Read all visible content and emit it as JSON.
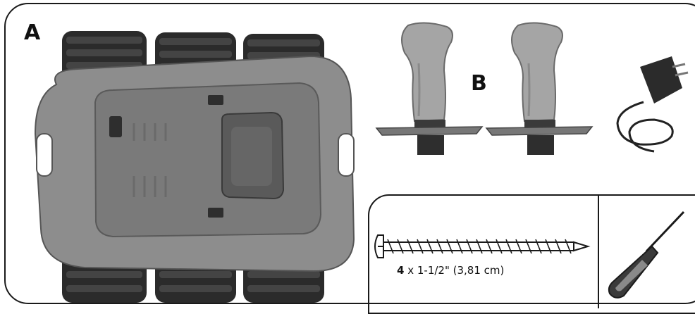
{
  "labels": {
    "part_a": "A",
    "part_b": "B"
  },
  "screw": {
    "quantity": "4",
    "size_text": "x 1-1/2\" (3,81 cm)"
  },
  "colors": {
    "outline": "#1a1a1a",
    "body": "#8d8d8d",
    "body_dark": "#6a6a6a",
    "tire": "#2b2b2b",
    "handle": "#a5a5a5"
  },
  "icons": [
    "vehicle-body-image",
    "wheel-icon",
    "joystick-icon",
    "charger-icon",
    "screw-icon",
    "screwdriver-icon"
  ]
}
